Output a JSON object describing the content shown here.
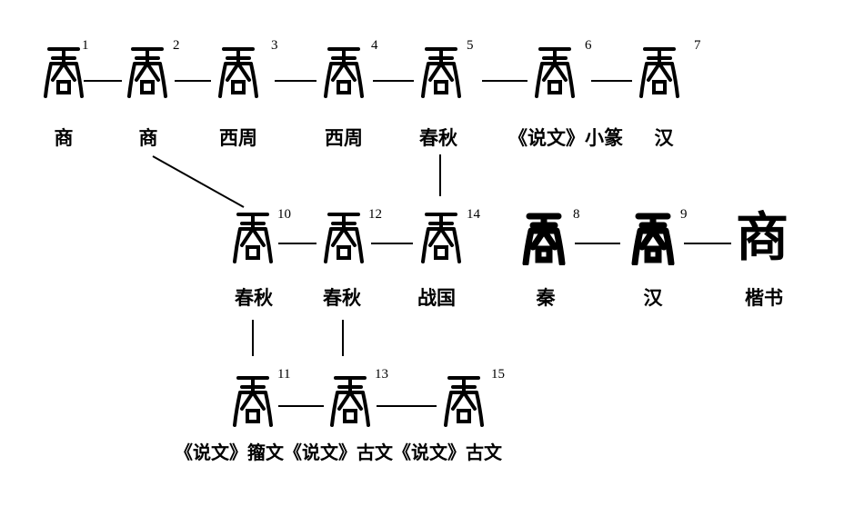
{
  "row1": {
    "numbers": [
      "1",
      "2",
      "3",
      "4",
      "5",
      "6",
      "7"
    ],
    "labels": [
      "商",
      "商",
      "西周",
      "西周",
      "春秋",
      "《说文》小篆",
      "汉"
    ]
  },
  "row2": {
    "numbers": [
      "10",
      "12",
      "14",
      "8",
      "9"
    ],
    "labels": [
      "春秋",
      "春秋",
      "战国",
      "秦",
      "汉",
      "楷书"
    ],
    "kaishu_glyph": "商"
  },
  "row3": {
    "numbers": [
      "11",
      "13",
      "15"
    ],
    "label": "《说文》籀文《说文》古文《说文》古文"
  }
}
